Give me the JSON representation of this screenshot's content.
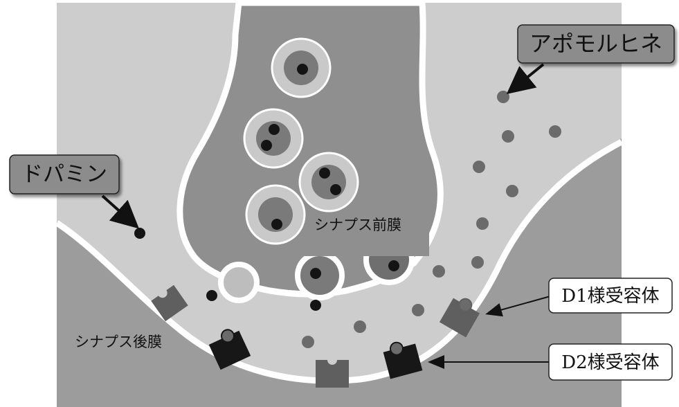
{
  "labels": {
    "dopamine": "ドパミン",
    "apomorphine": "アポモルヒネ",
    "presynaptic": "シナプス前膜",
    "postsynaptic": "シナプス後膜",
    "d1_receptor": "D1様受容体",
    "d2_receptor": "D2様受容体"
  },
  "colors": {
    "background": "#9c9c9c",
    "cleft": "#cdcdcd",
    "terminal": "#8f8f8f",
    "membrane": "#ffffff",
    "dopamine": "#141414",
    "apomorphine": "#6b6b6b",
    "d1_receptor": "#5f5f5f",
    "d2_receptor": "#171717",
    "label_box_gray": "#8c8c8c",
    "label_box_white": "#ffffff"
  }
}
